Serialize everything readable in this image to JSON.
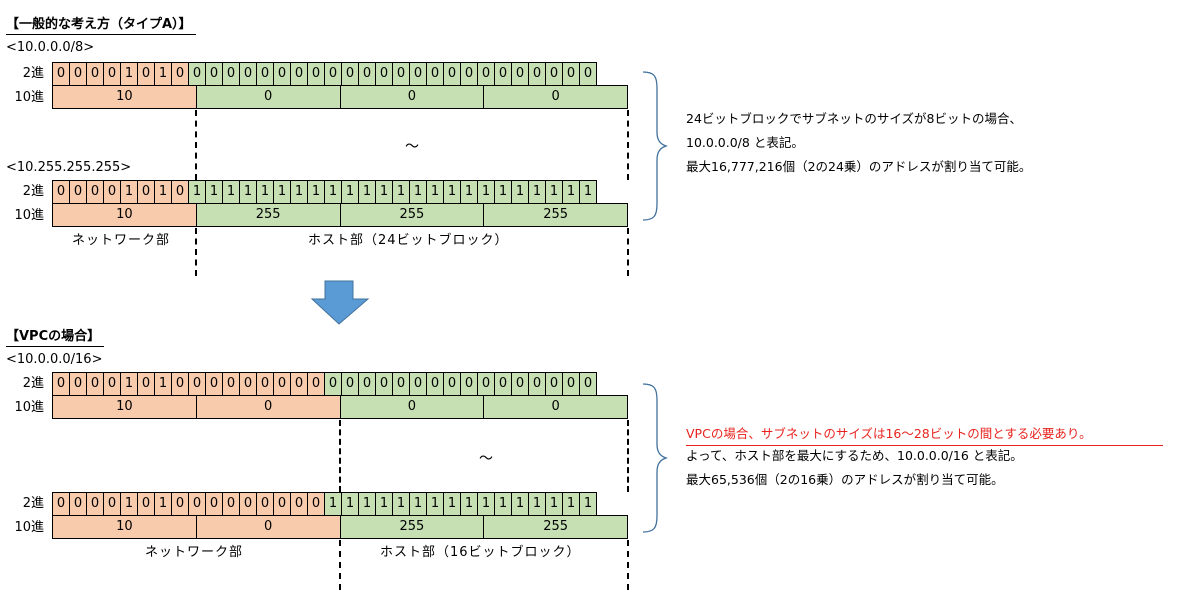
{
  "section_a": {
    "heading": "【一般的な考え方（タイプA）】",
    "start_addr_label": "<10.0.0.0/8>",
    "end_addr_label": "<10.255.255.255>",
    "row_label_binary": "2進",
    "row_label_decimal": "10進",
    "prefix_bits": 8,
    "start_bits": [
      "0",
      "0",
      "0",
      "0",
      "1",
      "0",
      "1",
      "0",
      "0",
      "0",
      "0",
      "0",
      "0",
      "0",
      "0",
      "0",
      "0",
      "0",
      "0",
      "0",
      "0",
      "0",
      "0",
      "0",
      "0",
      "0",
      "0",
      "0",
      "0",
      "0",
      "0",
      "0"
    ],
    "start_octets": [
      "10",
      "0",
      "0",
      "0"
    ],
    "end_bits": [
      "0",
      "0",
      "0",
      "0",
      "1",
      "0",
      "1",
      "0",
      "1",
      "1",
      "1",
      "1",
      "1",
      "1",
      "1",
      "1",
      "1",
      "1",
      "1",
      "1",
      "1",
      "1",
      "1",
      "1",
      "1",
      "1",
      "1",
      "1",
      "1",
      "1",
      "1",
      "1"
    ],
    "end_octets": [
      "10",
      "255",
      "255",
      "255"
    ],
    "ellipsis": "～",
    "network_part_label": "ネットワーク部",
    "host_part_label": "ホスト部（24ビットブロック）",
    "notes": [
      "24ビットブロックでサブネットのサイズが8ビットの場合、",
      "10.0.0.0/8 と表記。",
      "最大16,777,216個（2の24乗）のアドレスが割り当て可能。"
    ]
  },
  "arrow": {
    "icon": "down-arrow-icon",
    "color": "#5b9bd5"
  },
  "section_b": {
    "heading": "【VPCの場合】",
    "start_addr_label": "<10.0.0.0/16>",
    "row_label_binary": "2進",
    "row_label_decimal": "10進",
    "prefix_bits": 16,
    "start_bits": [
      "0",
      "0",
      "0",
      "0",
      "1",
      "0",
      "1",
      "0",
      "0",
      "0",
      "0",
      "0",
      "0",
      "0",
      "0",
      "0",
      "0",
      "0",
      "0",
      "0",
      "0",
      "0",
      "0",
      "0",
      "0",
      "0",
      "0",
      "0",
      "0",
      "0",
      "0",
      "0"
    ],
    "start_octets": [
      "10",
      "0",
      "0",
      "0"
    ],
    "end_bits": [
      "0",
      "0",
      "0",
      "0",
      "1",
      "0",
      "1",
      "0",
      "0",
      "0",
      "0",
      "0",
      "0",
      "0",
      "0",
      "0",
      "1",
      "1",
      "1",
      "1",
      "1",
      "1",
      "1",
      "1",
      "1",
      "1",
      "1",
      "1",
      "1",
      "1",
      "1",
      "1"
    ],
    "end_octets": [
      "10",
      "0",
      "255",
      "255"
    ],
    "ellipsis": "～",
    "network_part_label": "ネットワーク部",
    "host_part_label": "ホスト部（16ビットブロック）",
    "notes_highlight": "VPCの場合、サブネットのサイズは16～28ビットの間とする必要あり。",
    "notes": [
      "よって、ホスト部を最大にするため、10.0.0.0/16 と表記。",
      "最大65,536個（2の16乗）のアドレスが割り当て可能。"
    ]
  },
  "colors": {
    "network": "#f8cbad",
    "host": "#c6e0b4",
    "highlight_text": "#e8231e",
    "brace": "#41719c"
  }
}
